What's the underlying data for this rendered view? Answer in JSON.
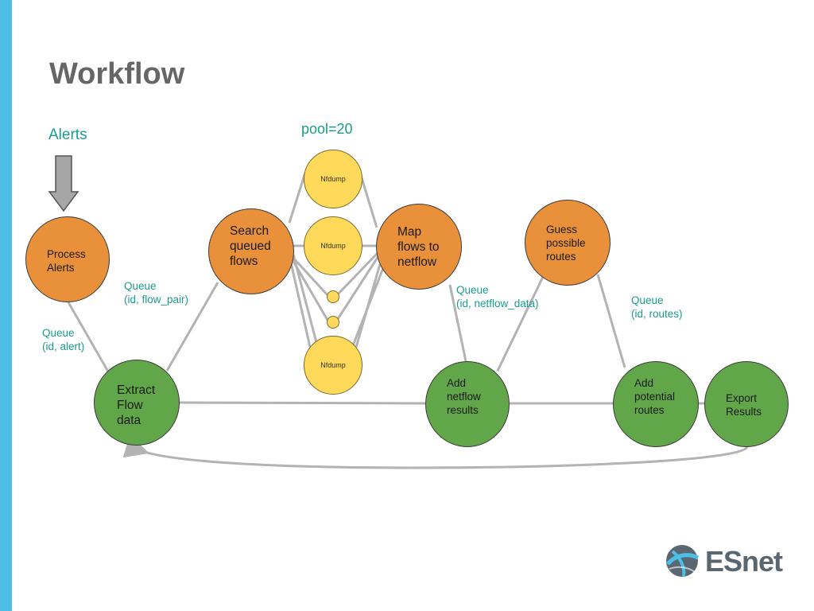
{
  "slide": {
    "title": "Workflow",
    "alerts_label": "Alerts",
    "pool_label": "pool=20",
    "accent_color": "#4dbfe6",
    "brand_text_color": "#1a9c8c"
  },
  "nodes": {
    "process_alerts": "Process\nAlerts",
    "search_queued_flows": "Search\nqueued\nflows",
    "map_flows": "Map\nflows to\nnetflow",
    "guess_routes": "Guess\npossible\nroutes",
    "extract_flow": "Extract\nFlow\ndata",
    "add_netflow": "Add\nnetflow\nresults",
    "add_potential": "Add\npotential\nroutes",
    "export_results": "Export\nResults"
  },
  "nfdump": {
    "top": "Nfdump",
    "middle": "Nfdump",
    "bottom": "Nfdump"
  },
  "queues": {
    "alert": "Queue\n(id, alert)",
    "flow_pair": "Queue\n(id, flow_pair)",
    "netflow_data": "Queue\n(id, netflow_data)",
    "routes": "Queue\n(id, routes)"
  },
  "colors": {
    "orange_node": "#e8913a",
    "green_node": "#62a64a",
    "yellow_node": "#ffd95a",
    "connector": "#b3b3b3"
  },
  "logo": {
    "text": "ESnet"
  }
}
